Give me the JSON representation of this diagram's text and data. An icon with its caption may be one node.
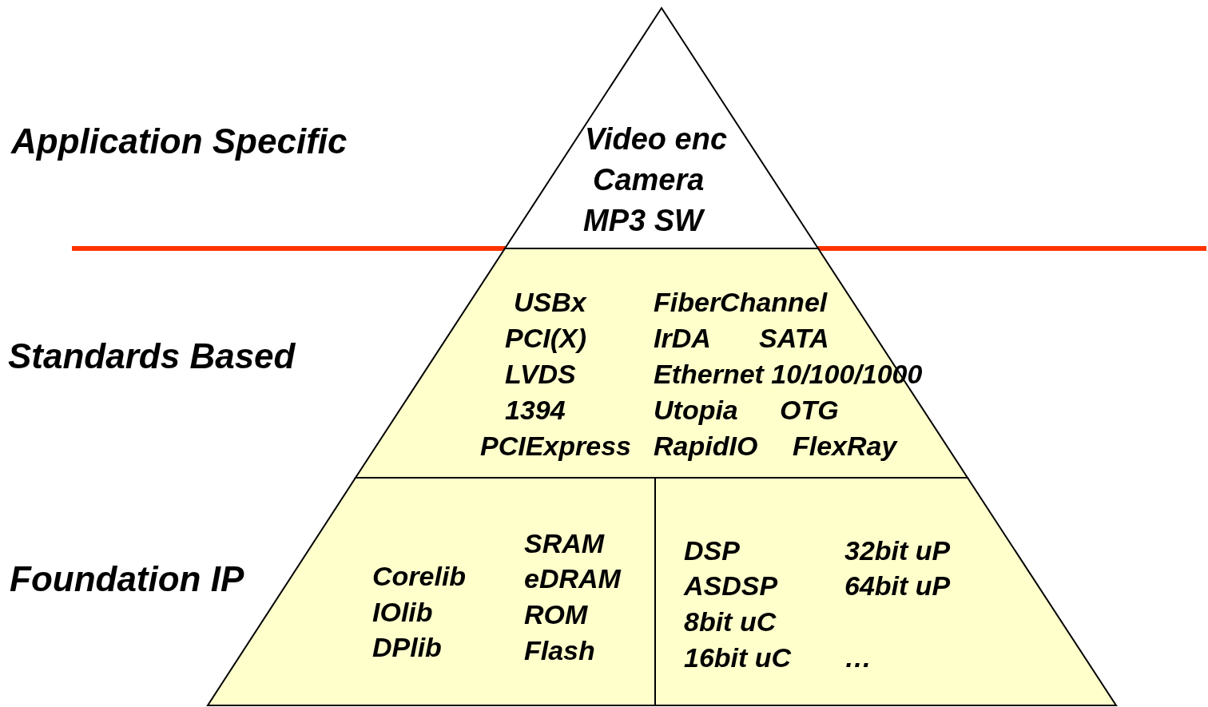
{
  "diagram": {
    "nodes": [
      {
        "text": [
          "Video enc",
          "Camera",
          "MP3 SW"
        ]
      },
      {
        "text": [
          "USBx",
          "FiberChannel",
          "PCI(X)",
          "IrDA",
          "SATA",
          "LVDS",
          "Ethernet 10/100/1000",
          "1394",
          "Utopia",
          "OTG",
          "PCIExpress",
          "RapidIO",
          "FlexRay"
        ]
      },
      {
        "text": [
          "SRAM",
          "Corelib",
          "eDRAM",
          "IOlib",
          "ROM",
          "DPlib",
          "Flash"
        ]
      },
      {
        "text": [
          "DSP",
          "32bit uP",
          "ASDSP",
          "64bit uP",
          "8bit uC",
          "16bit uC",
          "…"
        ]
      }
    ],
    "labels": [
      "Application Specific",
      "Standards Based",
      "Foundation IP"
    ]
  }
}
